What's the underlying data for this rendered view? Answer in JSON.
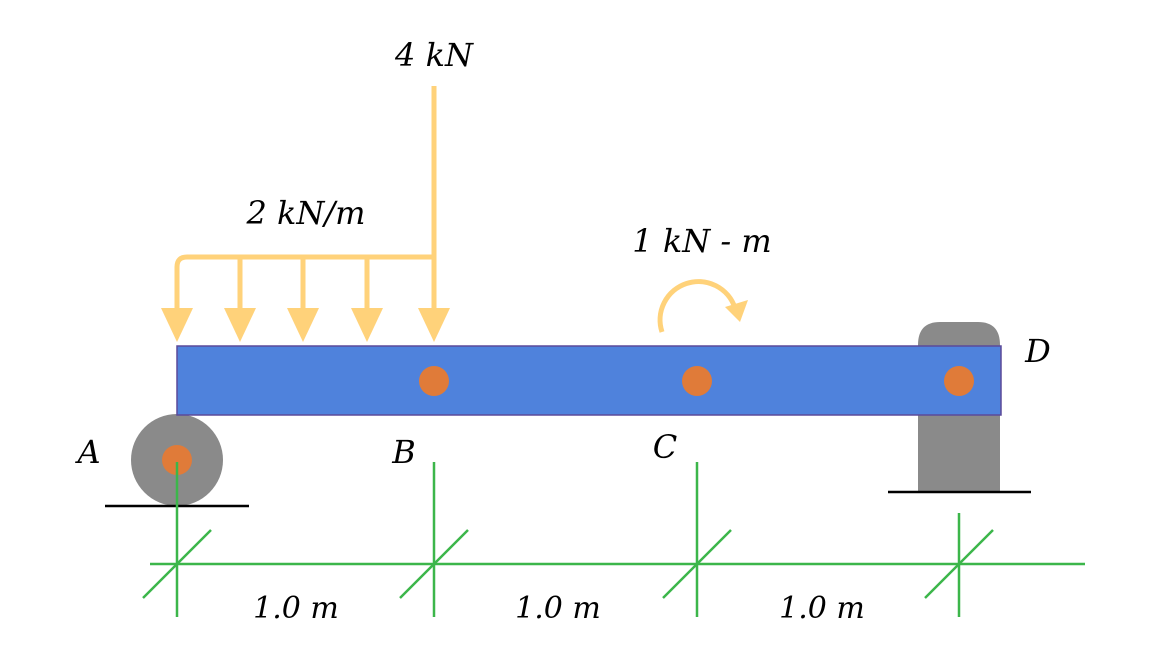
{
  "diagram": {
    "type": "beam_free_body",
    "colors": {
      "beam": "#4f82dc",
      "beam_border": "#5b4a9a",
      "load": "#ffd27a",
      "node": "#e07b39",
      "support": "#8a8a8a",
      "ground": "#000000",
      "dimension": "#3cb64a"
    },
    "loads": {
      "point_load": {
        "label": "4 kN",
        "at_node": "B"
      },
      "distributed_load": {
        "label": "2 kN/m",
        "from": "A",
        "to": "B"
      },
      "moment": {
        "label": "1 kN - m",
        "at_node": "C",
        "direction": "clockwise"
      }
    },
    "nodes": [
      {
        "id": "A",
        "label": "A",
        "support": "roller"
      },
      {
        "id": "B",
        "label": "B",
        "support": "none"
      },
      {
        "id": "C",
        "label": "C",
        "support": "none"
      },
      {
        "id": "D",
        "label": "D",
        "support": "fixed"
      }
    ],
    "spans": [
      {
        "label": "1.0 m",
        "from": "A",
        "to": "B"
      },
      {
        "label": "1.0 m",
        "from": "B",
        "to": "C"
      },
      {
        "label": "1.0 m",
        "from": "C",
        "to": "D"
      }
    ]
  }
}
